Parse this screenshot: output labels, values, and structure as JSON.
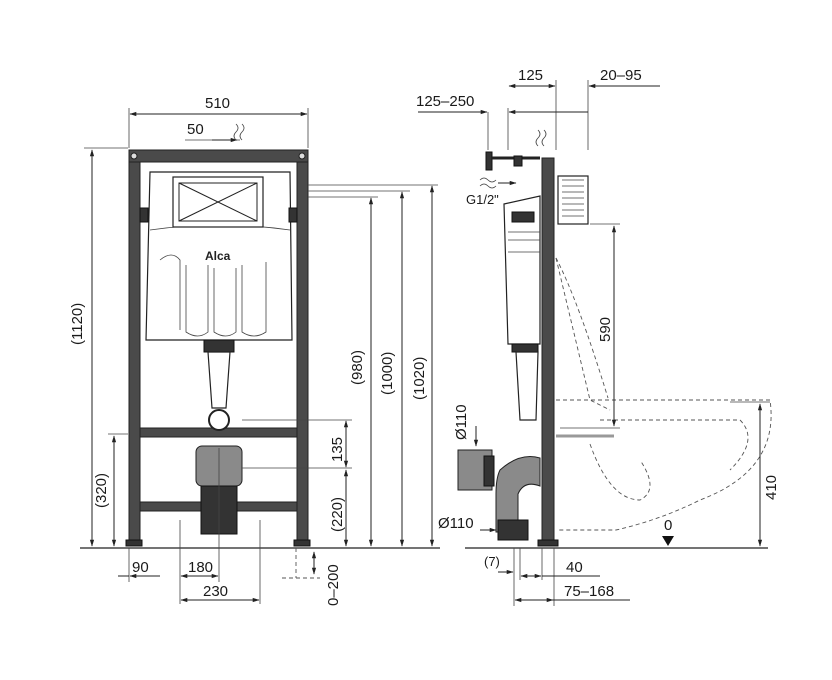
{
  "front_view": {
    "logo_text": "Alca",
    "dims": {
      "width_top": "510",
      "offset_50": "50",
      "height_1120": "(1120)",
      "height_980": "(980)",
      "height_1000": "(1000)",
      "height_1020": "(1020)",
      "height_320": "(320)",
      "height_135": "135",
      "height_220": "(220)",
      "bottom_90": "90",
      "bottom_180": "180",
      "bottom_230": "230",
      "adjust_0_200": "0–200"
    }
  },
  "side_view": {
    "dims": {
      "top_125": "125",
      "top_20_95": "20–95",
      "top_125_250": "125–250",
      "inlet_label": "G1/2\"",
      "height_590": "590",
      "pipe_110_upper": "Ø110",
      "pipe_110_lower": "Ø110",
      "height_410": "410",
      "floor_zero": "0",
      "bottom_7": "(7)",
      "bottom_40": "40",
      "bottom_75_168": "75–168"
    }
  }
}
